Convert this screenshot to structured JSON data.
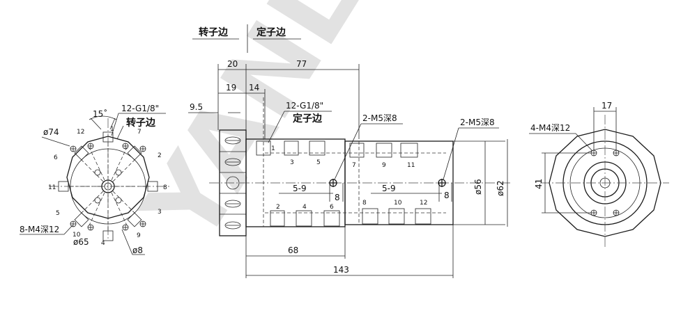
{
  "headers": {
    "rotor_side": "转子边",
    "stator_side": "定子边"
  },
  "watermark": "YANLI",
  "left_view": {
    "port_angle": "15˚",
    "port_thread": "12-G1/8\"",
    "side_label": "转子边",
    "outer_diameter": "ø74",
    "bolt_circle": "ø65",
    "bore": "ø8",
    "mount_holes": "8-M4深12",
    "port_numbers": [
      "1",
      "2",
      "3",
      "4",
      "5",
      "6",
      "7",
      "8",
      "9",
      "10",
      "11",
      "12"
    ]
  },
  "front_view": {
    "dims": {
      "rotor_len": "20",
      "body_len": "77",
      "flange_w": "19",
      "offset_14": "14",
      "offset_9_5": "9.5",
      "range_a": "5-9",
      "range_b": "5-9",
      "hole_dist_a": "8",
      "hole_dist_b": "8",
      "len_68": "68",
      "total_len": "143",
      "dia_56": "ø56",
      "dia_62": "ø62"
    },
    "port_thread": "12-G1/8\"",
    "stator_label": "定子边",
    "mount_a": "2-M5深8",
    "mount_b": "2-M5深8",
    "port_numbers_top": [
      "1",
      "3",
      "5",
      "7",
      "9",
      "11"
    ],
    "port_numbers_bottom": [
      "2",
      "4",
      "6",
      "8",
      "10",
      "12"
    ]
  },
  "right_view": {
    "width": "17",
    "mount_holes": "4-M4深12",
    "height": "41"
  }
}
